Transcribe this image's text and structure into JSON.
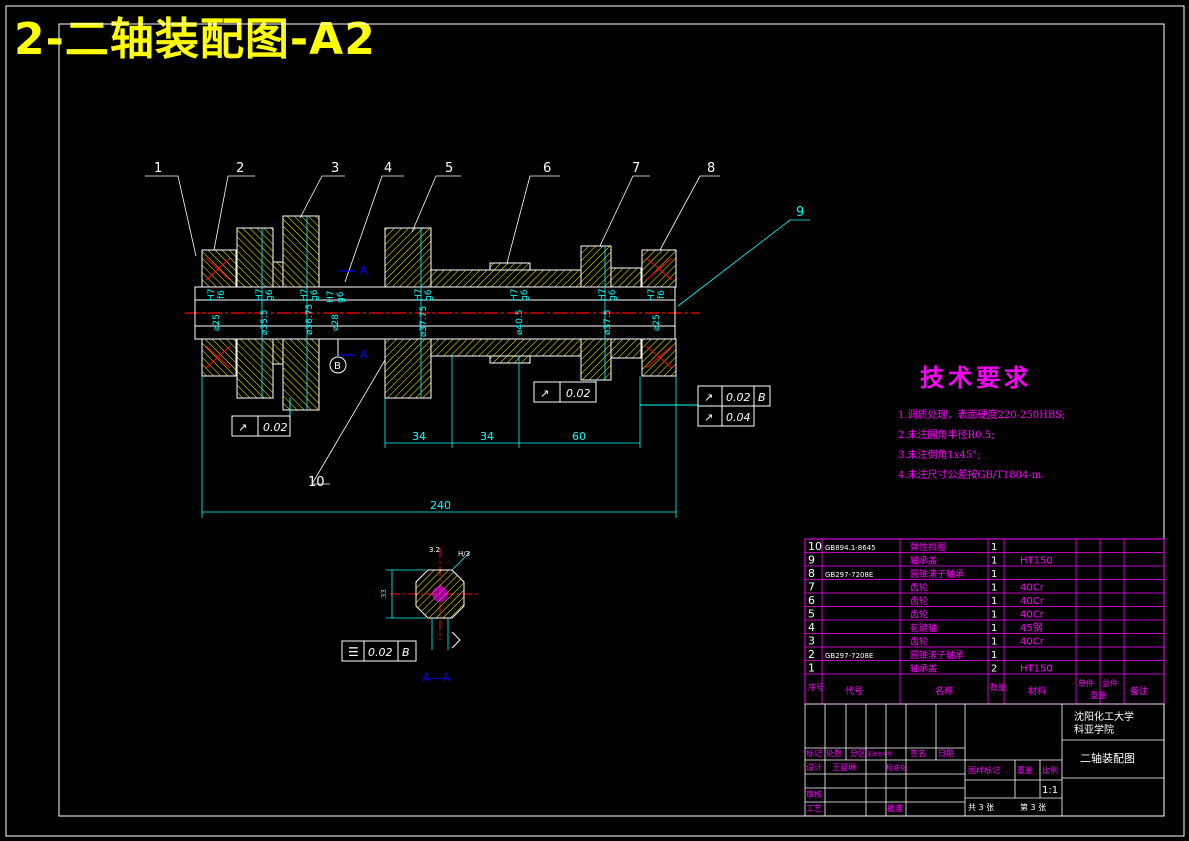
{
  "title": "2-二轴装配图-A2",
  "colors": {
    "frame": "#ffffff",
    "cyan": "#00ffff",
    "red": "#ff0000",
    "magenta": "#ff00ff",
    "yellow": "#ffff00",
    "hatch": "#ffff00",
    "blue": "#0000ff",
    "green": "#00ff00"
  },
  "balloons": [
    "1",
    "2",
    "3",
    "4",
    "5",
    "6",
    "7",
    "8",
    "9",
    "10"
  ],
  "fits": {
    "f1": {
      "hole": "H7",
      "shaft": "f6",
      "dia": "⌀25"
    },
    "f2": {
      "hole": "H7",
      "shaft": "g6",
      "dia": "⌀35.5"
    },
    "f3": {
      "hole": "H7",
      "shaft": "g6",
      "dia": "⌀36.75"
    },
    "f4": {
      "hole": "H7",
      "shaft": "g6",
      "dia": "⌀28"
    },
    "f5": {
      "hole": "H7",
      "shaft": "g6",
      "dia": "⌀37.75"
    },
    "f6": {
      "hole": "H7",
      "shaft": "g6",
      "dia": "⌀40.5"
    },
    "f7": {
      "hole": "H7",
      "shaft": "g6",
      "dia": "⌀37.5"
    },
    "f8": {
      "hole": "H7",
      "shaft": "f6",
      "dia": "⌀25"
    }
  },
  "dims": {
    "d34a": "34",
    "d34b": "34",
    "d60": "60",
    "d240": "240"
  },
  "tolerances": {
    "t1": {
      "val": "0.02"
    },
    "t2": {
      "val": "0.02"
    },
    "t3": {
      "val": "0.02",
      "datum": "B"
    },
    "t4": {
      "val": "0.04"
    },
    "t5": {
      "val": "0.02",
      "datum": "B"
    }
  },
  "section_marks": {
    "a1": "A",
    "a2": "A",
    "datum_b": "B"
  },
  "section": {
    "label": "A—A",
    "dim": "33",
    "rough": "3.2",
    "fit": "H/3"
  },
  "tech_req": {
    "title": "技术要求",
    "items": [
      "1.调质处理，表面硬度220-250HBS;",
      "2.未注圆角半径R0.5;",
      "3.未注倒角1x45°;",
      "4.未注尺寸公差按GB/T1804-m."
    ]
  },
  "bom": {
    "rows": [
      {
        "no": "10",
        "code": "GB894.1-8645",
        "name": "弹性挡圈",
        "qty": "1",
        "mat": ""
      },
      {
        "no": "9",
        "code": "",
        "name": "轴承盖",
        "qty": "1",
        "mat": "HT150"
      },
      {
        "no": "8",
        "code": "GB297-7208E",
        "name": "圆锥滚子轴承",
        "qty": "1",
        "mat": ""
      },
      {
        "no": "7",
        "code": "",
        "name": "齿轮",
        "qty": "1",
        "mat": "40Cr"
      },
      {
        "no": "6",
        "code": "",
        "name": "齿轮",
        "qty": "1",
        "mat": "40Cr"
      },
      {
        "no": "5",
        "code": "",
        "name": "齿轮",
        "qty": "1",
        "mat": "40Cr"
      },
      {
        "no": "4",
        "code": "",
        "name": "花键轴",
        "qty": "1",
        "mat": "45钢"
      },
      {
        "no": "3",
        "code": "",
        "name": "齿轮",
        "qty": "1",
        "mat": "40Cr"
      },
      {
        "no": "2",
        "code": "GB297-7208E",
        "name": "圆锥滚子轴承",
        "qty": "1",
        "mat": ""
      },
      {
        "no": "1",
        "code": "",
        "name": "轴承盖",
        "qty": "2",
        "mat": "HT150"
      }
    ],
    "header": {
      "no": "序号",
      "code": "代号",
      "name": "名称",
      "qty": "数量",
      "mat": "材料",
      "w1": "单件",
      "w2": "总件",
      "wt": "重量",
      "note": "备注"
    }
  },
  "titleblock": {
    "school1": "沈阳化工大学",
    "school2": "科亚学院",
    "drawing": "二轴装配图",
    "c1": "标记",
    "c2": "处数",
    "c3": "分区",
    "c4": "更改文件号",
    "c5": "签名",
    "c6": "日期",
    "design": "设计",
    "designer": "王曼琳",
    "std": "标准化",
    "review": "审核",
    "process": "工艺",
    "approve": "批准",
    "stage": "图样标记",
    "weight": "重量",
    "scale_lbl": "比例",
    "scale": "1:1",
    "sheets": "共 3 张",
    "sheet": "第 3 张"
  }
}
